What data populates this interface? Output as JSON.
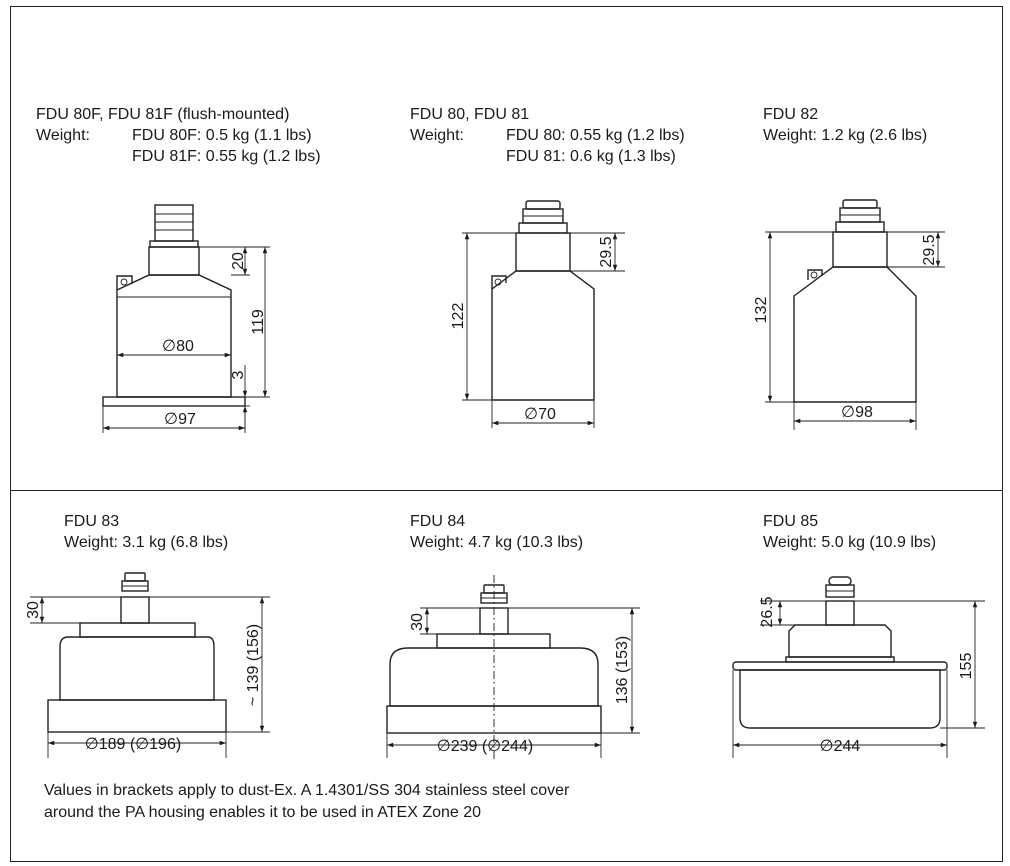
{
  "sensors": {
    "fdu80f81f": {
      "title": "FDU 80F, FDU 81F (flush-mounted)",
      "weight_label": "Weight:",
      "weight_line1": "FDU 80F: 0.5 kg (1.1 lbs)",
      "weight_line2": "FDU 81F: 0.55 kg (1.2 lbs)",
      "dims": {
        "top": "20",
        "height": "119",
        "flange": "3",
        "inner_dia": "∅80",
        "outer_dia": "∅97"
      }
    },
    "fdu8081": {
      "title": "FDU 80, FDU 81",
      "weight_label": "Weight:",
      "weight_line1": "FDU 80: 0.55 kg (1.2 lbs)",
      "weight_line2": "FDU 81: 0.6 kg (1.3 lbs)",
      "dims": {
        "top": "29.5",
        "height": "122",
        "dia": "∅70"
      }
    },
    "fdu82": {
      "title": "FDU 82",
      "weight": "Weight: 1.2 kg (2.6 lbs)",
      "dims": {
        "top": "29.5",
        "height": "132",
        "dia": "∅98"
      }
    },
    "fdu83": {
      "title": "FDU 83",
      "weight": "Weight: 3.1 kg (6.8 lbs)",
      "dims": {
        "top": "30",
        "height": "~ 139 (156)",
        "dia": "∅189 (∅196)"
      }
    },
    "fdu84": {
      "title": "FDU 84",
      "weight": "Weight: 4.7 kg (10.3 lbs)",
      "dims": {
        "top": "30",
        "height": "136 (153)",
        "dia": "∅239 (∅244)"
      }
    },
    "fdu85": {
      "title": "FDU 85",
      "weight": "Weight: 5.0 kg (10.9 lbs)",
      "dims": {
        "top": "26.5",
        "height": "155",
        "dia": "∅244"
      }
    }
  },
  "note": {
    "line1": "Values in brackets apply to dust-Ex. A 1.4301/SS 304 stainless steel cover",
    "line2": "around the PA housing enables it to be used in ATEX Zone 20"
  }
}
